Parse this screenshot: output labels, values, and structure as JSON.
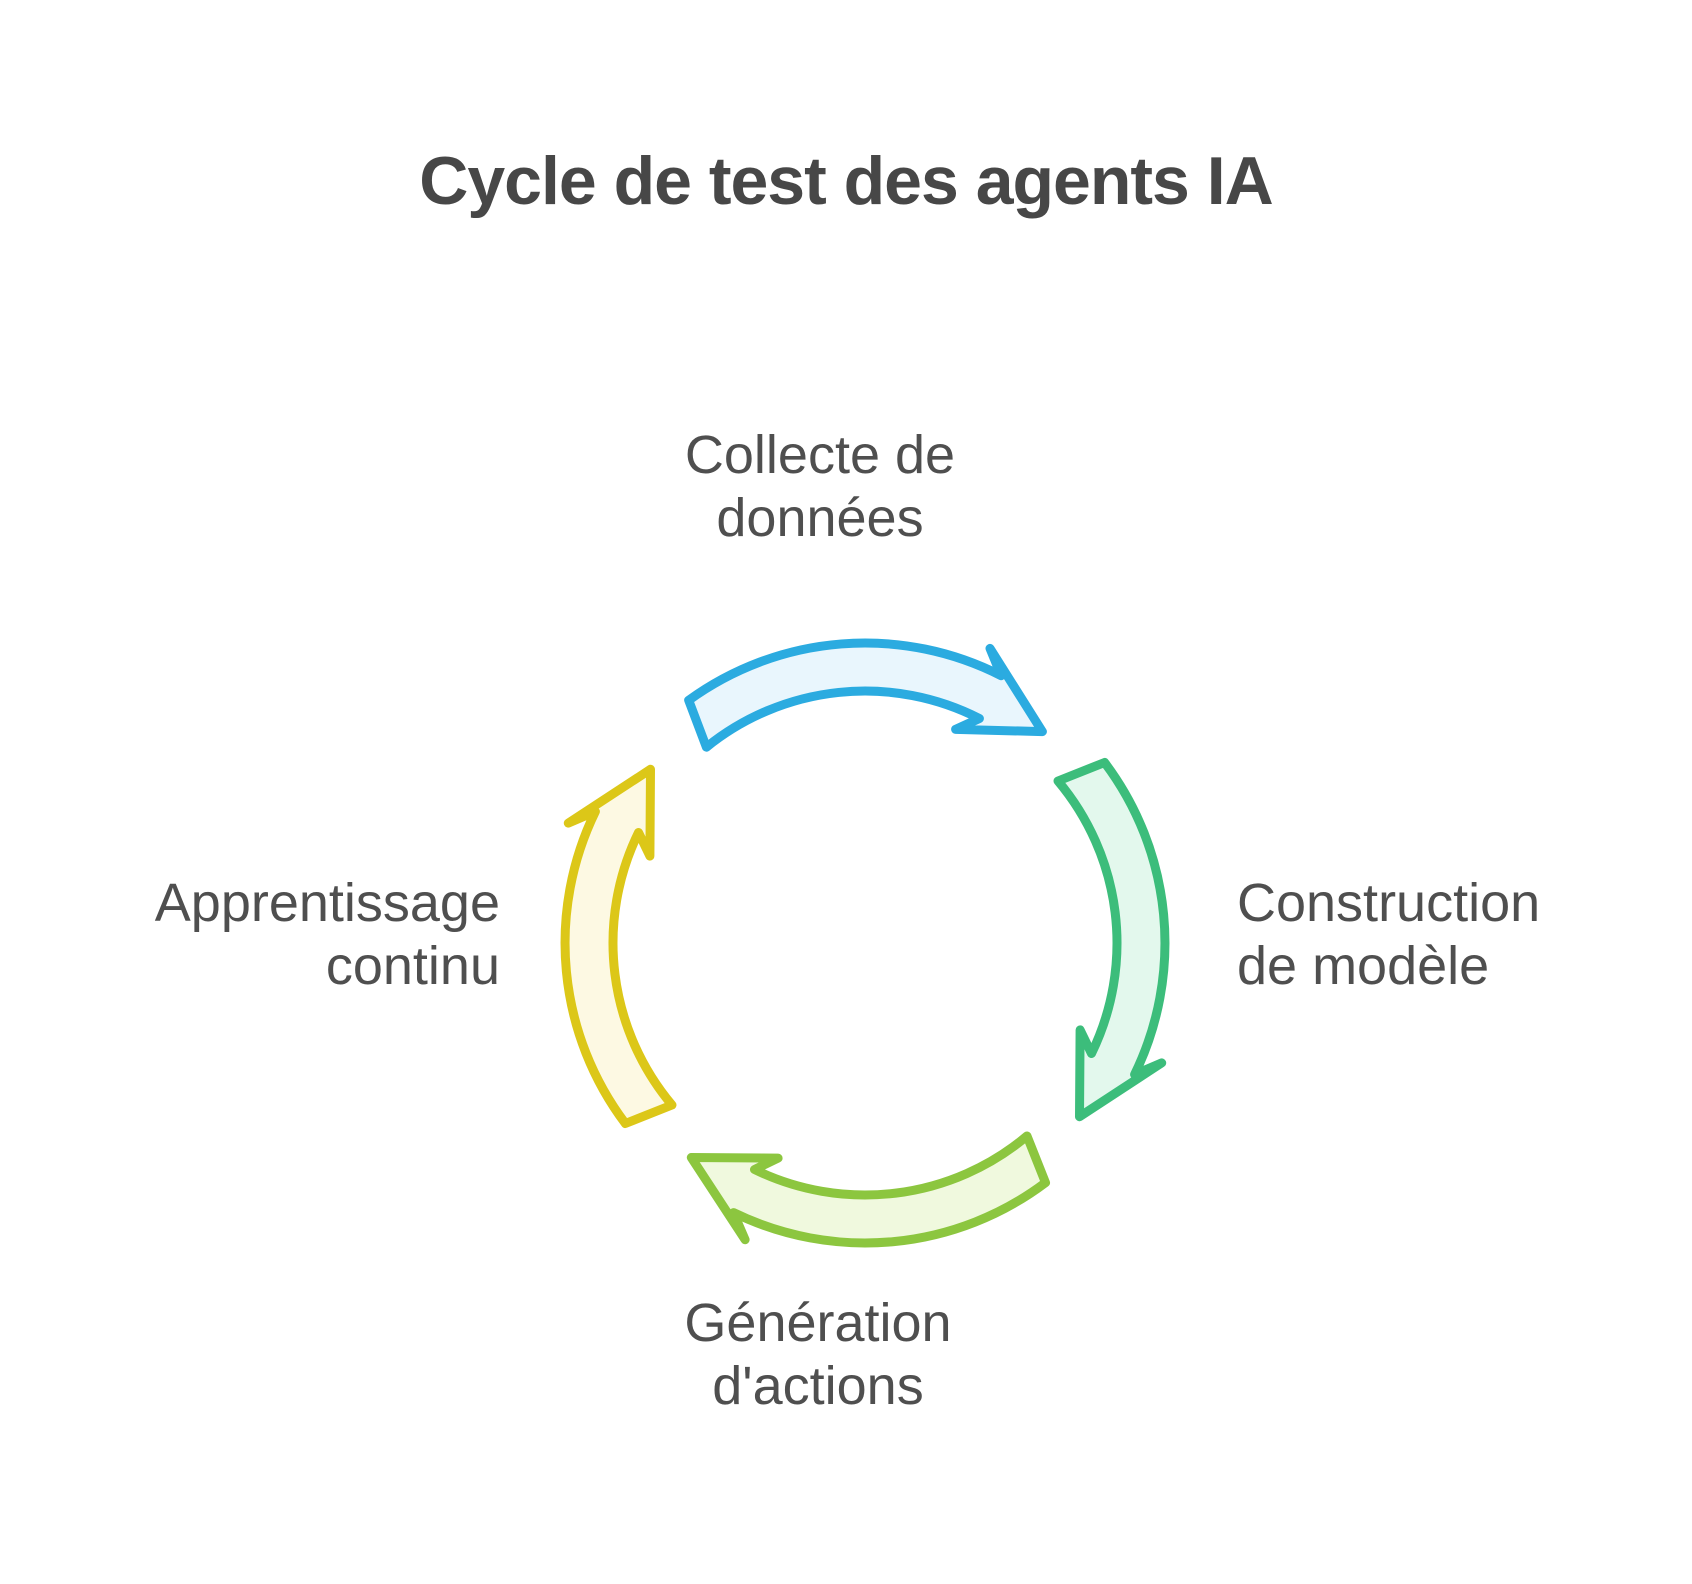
{
  "title": "Cycle de test des agents IA",
  "colors": {
    "background": "#FFFFFF",
    "title_text": "#474747",
    "label_text": "#4F4F4F"
  },
  "cycle": {
    "direction": "clockwise",
    "steps": [
      {
        "id": "collecte",
        "position": "top",
        "label": "Collecte de données",
        "lines": [
          "Collecte de",
          "données"
        ],
        "arrow_color": "#2BABE0",
        "arrow_fill": "#E9F6FD"
      },
      {
        "id": "construction",
        "position": "right",
        "label": "Construction de modèle",
        "lines": [
          "Construction",
          "de modèle"
        ],
        "arrow_color": "#3CBD7B",
        "arrow_fill": "#E3F8ED"
      },
      {
        "id": "generation",
        "position": "bottom",
        "label": "Génération d'actions",
        "lines": [
          "Génération",
          "d'actions"
        ],
        "arrow_color": "#8CC63F",
        "arrow_fill": "#F0F9DE"
      },
      {
        "id": "apprentissage",
        "position": "left",
        "label": "Apprentissage continu",
        "lines": [
          "Apprentissage",
          "continu"
        ],
        "arrow_color": "#DCC718",
        "arrow_fill": "#FDF9E3"
      }
    ]
  }
}
